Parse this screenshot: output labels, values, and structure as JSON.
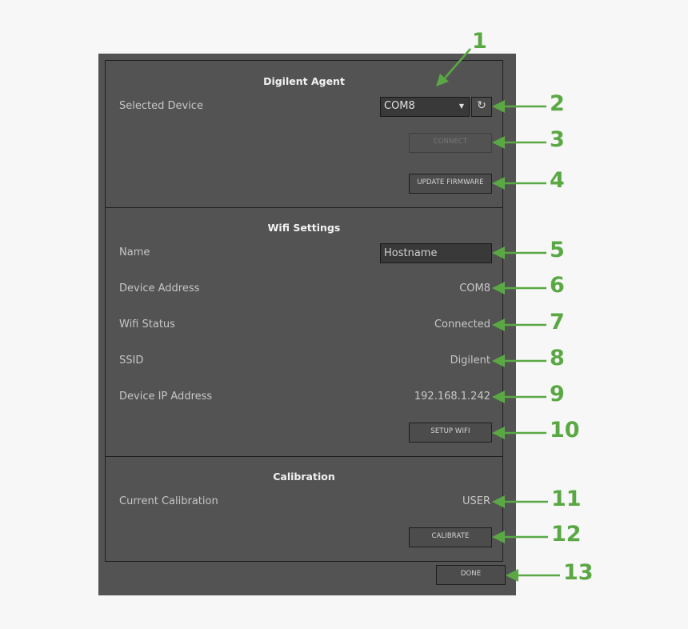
{
  "dialog": {
    "done_label": "DONE"
  },
  "digilent_agent": {
    "title": "Digilent Agent",
    "selected_device_label": "Selected Device",
    "selected_device_value": "COM8",
    "refresh_icon": "refresh-icon",
    "connect_label": "CONNECT",
    "update_firmware_label": "UPDATE FIRMWARE"
  },
  "wifi_settings": {
    "title": "Wifi Settings",
    "rows": [
      {
        "label": "Name",
        "value": "Hostname",
        "type": "input"
      },
      {
        "label": "Device Address",
        "value": "COM8"
      },
      {
        "label": "Wifi Status",
        "value": "Connected"
      },
      {
        "label": "SSID",
        "value": "Digilent"
      },
      {
        "label": "Device IP Address",
        "value": "192.168.1.242"
      }
    ],
    "setup_wifi_label": "SETUP WIFI"
  },
  "calibration": {
    "title": "Calibration",
    "current_label": "Current Calibration",
    "current_value": "USER",
    "calibrate_label": "CALIBRATE"
  },
  "annotations": [
    "1",
    "2",
    "3",
    "4",
    "5",
    "6",
    "7",
    "8",
    "9",
    "10",
    "11",
    "12",
    "13"
  ],
  "colors": {
    "panel_bg": "#535353",
    "annotation_green": "#5aa844",
    "page_bg": "#f7f7f7"
  }
}
